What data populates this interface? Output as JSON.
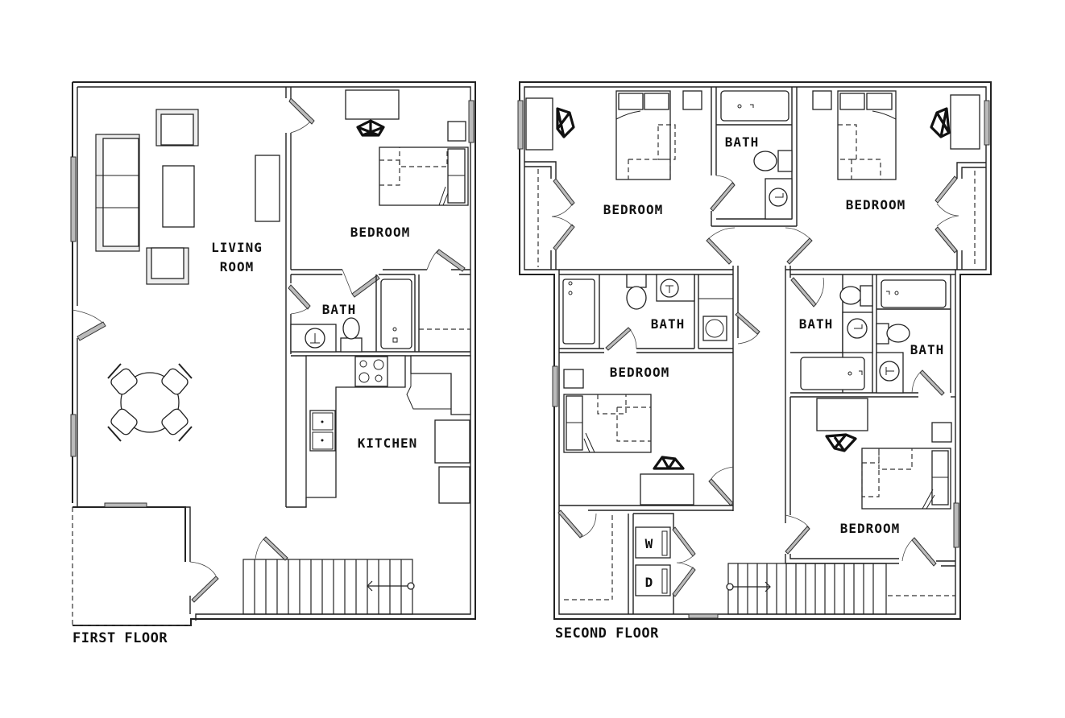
{
  "plans": {
    "first_floor": {
      "caption": "FIRST FLOOR",
      "rooms": {
        "living_room_line1": "LIVING",
        "living_room_line2": "ROOM",
        "bedroom": "BEDROOM",
        "bath": "BATH",
        "kitchen": "KITCHEN"
      }
    },
    "second_floor": {
      "caption": "SECOND FLOOR",
      "rooms": {
        "bedroom_top_left": "BEDROOM",
        "bath_top_center": "BATH",
        "bedroom_top_right": "BEDROOM",
        "bath_mid_left": "BATH",
        "bedroom_mid_left": "BEDROOM",
        "bath_mid_right_a": "BATH",
        "bath_mid_right_b": "BATH",
        "bedroom_bottom_right": "BEDROOM",
        "washer": "W",
        "dryer": "D"
      }
    }
  },
  "colors": {
    "line": "#222222",
    "window_fill": "#bbbbbb",
    "background": "#ffffff"
  }
}
